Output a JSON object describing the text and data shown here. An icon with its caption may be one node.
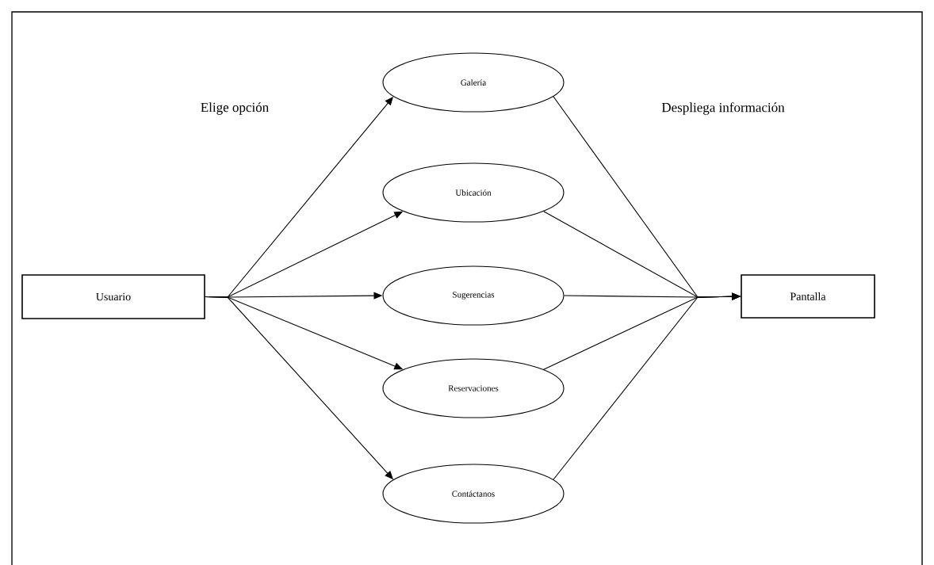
{
  "diagram": {
    "nodes": [
      {
        "text": [
          "Usuario"
        ]
      },
      {
        "text": [
          "Galería"
        ]
      },
      {
        "text": [
          "Ubicación"
        ]
      },
      {
        "text": [
          "Sugerencias"
        ]
      },
      {
        "text": [
          "Reservaciones"
        ]
      },
      {
        "text": [
          "Contáctanos"
        ]
      },
      {
        "text": [
          "Pantalla"
        ]
      }
    ],
    "edges": [
      {
        "from": 0,
        "to": 1,
        "arrow": "to"
      },
      {
        "from": 0,
        "to": 2,
        "arrow": "to"
      },
      {
        "from": 0,
        "to": 3,
        "arrow": "to"
      },
      {
        "from": 0,
        "to": 4,
        "arrow": "to"
      },
      {
        "from": 0,
        "to": 5,
        "arrow": "to"
      },
      {
        "from": 1,
        "to": 6,
        "arrow": "to"
      },
      {
        "from": 2,
        "to": 6,
        "arrow": "to"
      },
      {
        "from": 3,
        "to": 6,
        "arrow": "to"
      },
      {
        "from": 4,
        "to": 6,
        "arrow": "to"
      },
      {
        "from": 5,
        "to": 6,
        "arrow": "to"
      }
    ],
    "labels": [
      "Elige opción",
      "Despliega información"
    ]
  }
}
